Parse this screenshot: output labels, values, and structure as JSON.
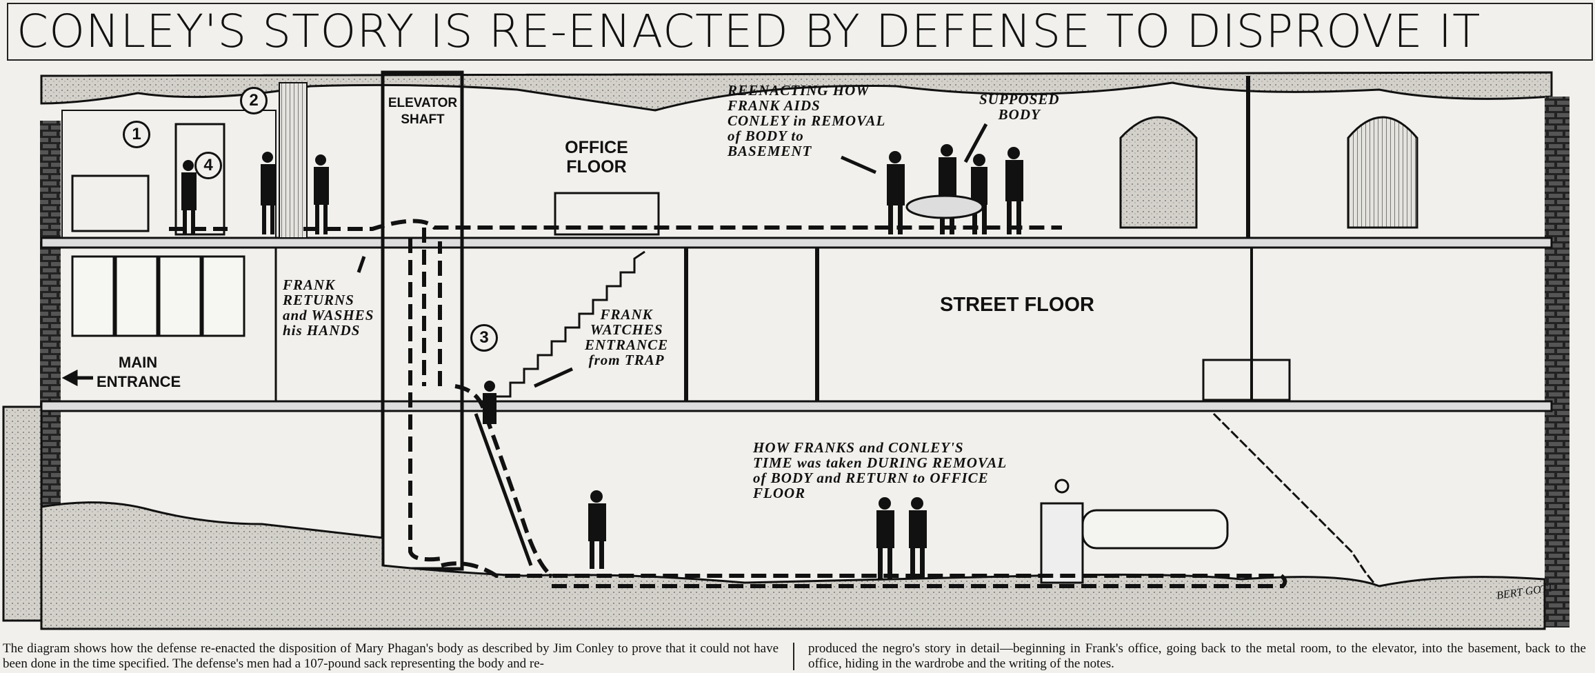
{
  "title": "CONLEY'S STORY IS RE-ENACTED BY DEFENSE TO DISPROVE IT",
  "labels": {
    "elevator_shaft": "ELEVATOR\nSHAFT",
    "office_floor": "OFFICE\nFLOOR",
    "street_floor": "STREET    FLOOR",
    "main_entrance": "MAIN\nENTRANCE",
    "frank_returns": "FRANK\nRETURNS\nand WASHES\nhis HANDS",
    "frank_watches": "FRANK\nWATCHES\nENTRANCE\nfrom TRAP",
    "reenacting": "REENACTING HOW\nFRANK AIDS\nCONLEY in REMOVAL\nof BODY to\nBASEMENT",
    "supposed_body": "SUPPOSED\nBODY",
    "time_taken": "HOW FRANKS and CONLEY'S\nTIME was taken DURING REMOVAL\nof BODY and RETURN to OFFICE\nFLOOR"
  },
  "markers": [
    "1",
    "2",
    "3",
    "4"
  ],
  "signature": "BERT GOTT",
  "caption": {
    "left": "The diagram shows how the defense re-enacted the disposition of Mary Phagan's body as described by Jim Conley to prove that it could not have been done in the time specified. The defense's men had a 107-pound sack representing the body and re-",
    "right": "produced the negro's story in detail—beginning in Frank's office, going back to the metal room, to the elevator, into the basement, back to the office, hiding in the wardrobe and the writing of the notes."
  },
  "colors": {
    "ink": "#111111",
    "paper": "#f1f0ec",
    "dirt": "#c9c7c0"
  }
}
